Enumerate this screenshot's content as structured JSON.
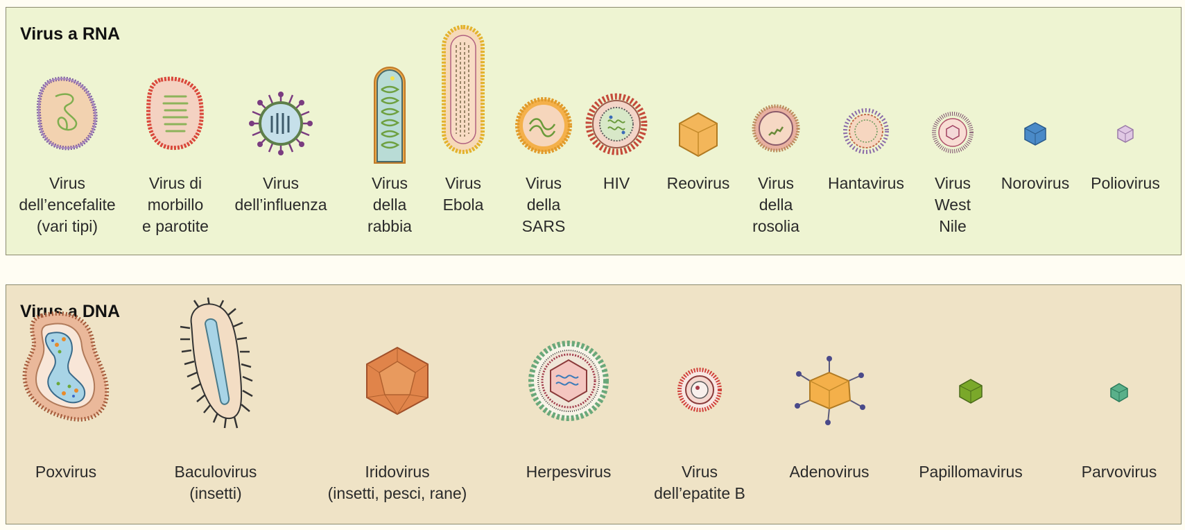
{
  "rna_panel": {
    "title": "Virus a RNA",
    "viruses": [
      {
        "label": "Virus\ndell’encefalite\n(vari tipi)"
      },
      {
        "label": "Virus di\nmorbillo\ne parotite"
      },
      {
        "label": "Virus\ndell’influenza"
      },
      {
        "label": "Virus\ndella\nrabbia"
      },
      {
        "label": "Virus\nEbola"
      },
      {
        "label": "Virus\ndella\nSARS"
      },
      {
        "label": "HIV"
      },
      {
        "label": "Reovirus"
      },
      {
        "label": "Virus\ndella\nrosolia"
      },
      {
        "label": "Hantavirus"
      },
      {
        "label": "Virus\nWest\nNile"
      },
      {
        "label": "Norovirus"
      },
      {
        "label": "Poliovirus"
      }
    ]
  },
  "dna_panel": {
    "title": "Virus a DNA",
    "viruses": [
      {
        "label": "Poxvirus"
      },
      {
        "label": "Baculovirus\n(insetti)"
      },
      {
        "label": "Iridovirus\n(insetti, pesci, rane)"
      },
      {
        "label": "Herpesvirus"
      },
      {
        "label": "Virus\ndell’epatite B"
      },
      {
        "label": "Adenovirus"
      },
      {
        "label": "Papillomavirus"
      },
      {
        "label": "Parvovirus"
      }
    ]
  }
}
